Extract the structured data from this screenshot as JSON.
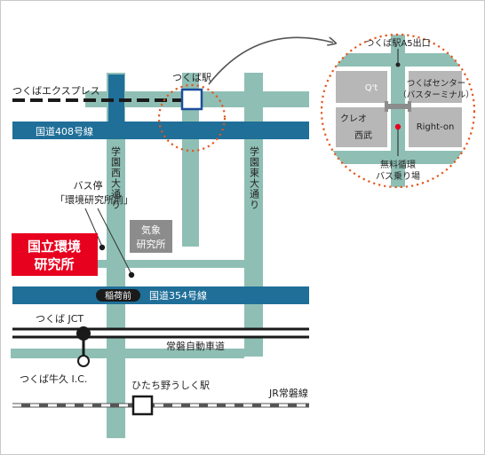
{
  "colors": {
    "road": "#8fbfb4",
    "highway_blue": "#1f6f99",
    "institute_red": "#e8001f",
    "building_gray": "#b7b7b7",
    "weather_gray": "#8c8c8c",
    "dotted_circle": "#e2571d",
    "station_blue": "#1b4f9b"
  },
  "labels": {
    "tsukuba_express": "つくばエクスプレス",
    "tsukuba_station": "つくば駅",
    "route408": "国道408号線",
    "route354": "国道354号線",
    "gakuen_nishi": "学園西大通り",
    "gakuen_higashi": "学園東大通り",
    "bus_stop_line1": "バス停",
    "bus_stop_line2": "「環境研究所前」",
    "institute_line1": "国立環境",
    "institute_line2": "研究所",
    "weather_line1": "気象",
    "weather_line2": "研究所",
    "inarimae": "稲荷前",
    "tsukuba_jct": "つくば JCT",
    "joban_expressway": "常磐自動車道",
    "tsukuba_ushiku_ic": "つくば牛久 I.C.",
    "hitachino_station": "ひたち野うしく駅",
    "jr_joban": "JR常磐線"
  },
  "inset": {
    "exit_a5": "つくば駅A5出口",
    "qt": "Q't",
    "center_line1": "つくばセンター",
    "center_line2": "（バスターミナル）",
    "creo": "クレオ",
    "seibu": "西武",
    "righton": "Right-on",
    "bus_line1": "無料循環",
    "bus_line2": "バス乗り場"
  }
}
